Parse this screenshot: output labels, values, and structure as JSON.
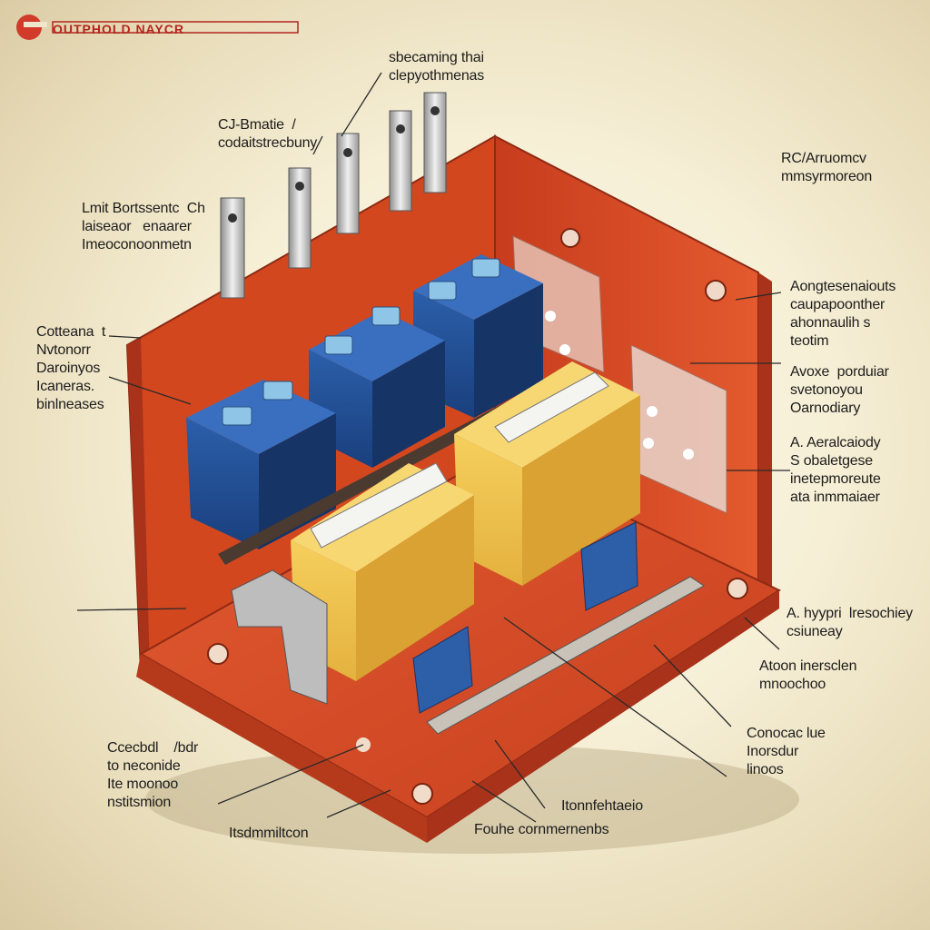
{
  "header": {
    "logo_text": "OUTPHOLD NAYCR"
  },
  "labels": {
    "top_center": "sbecaming thai\nclepyothmenas",
    "upper_left_mid": "CJ-Bmatie  /\ncodaitstrecbuny",
    "right_top": "RC/Arruomcv\nmmsyrmoreon",
    "left_top": "Lmit Bortssentc  Ch\nlaiseaor   enaarer\nImeoconoonmetn",
    "right_upper": "Aongtesenaiouts\ncaupapoonther\nahonnaulih s\nteotim",
    "left_mid": "Cotteana  t\nNvtonorr\nDaroinyos\nIcaneras.\nbinlneases",
    "right_mid": "Avoxe  porduiar\nsvetonoyou\nOarnodiary",
    "right_lower": "A. Aeralcaiody\nS obaletgese\ninetepmoreute\nata inmmaiaer",
    "right_bottom_1": "A. hyypri  lresochiey\ncsiuneay",
    "right_bottom_2": "Atoon inersclen\nmnoochoo",
    "right_bottom_3": "Conocac lue\nInorsdur\nlinoos",
    "left_bottom": "Ccecbdl    /bdr\nto neconide\nIte moonoo\nnstitsmion",
    "bottom_center_1": "Itonnfehtaeio",
    "bottom_left": "Itsdmmiltcon",
    "bottom_center_2": "Fouhe cornmernenbs"
  },
  "colors": {
    "board": "#d94a26",
    "board_dark": "#a8321a",
    "relay_blue": "#1f4f97",
    "relay_yellow": "#f0c24e",
    "leader": "#2a2a2a"
  }
}
